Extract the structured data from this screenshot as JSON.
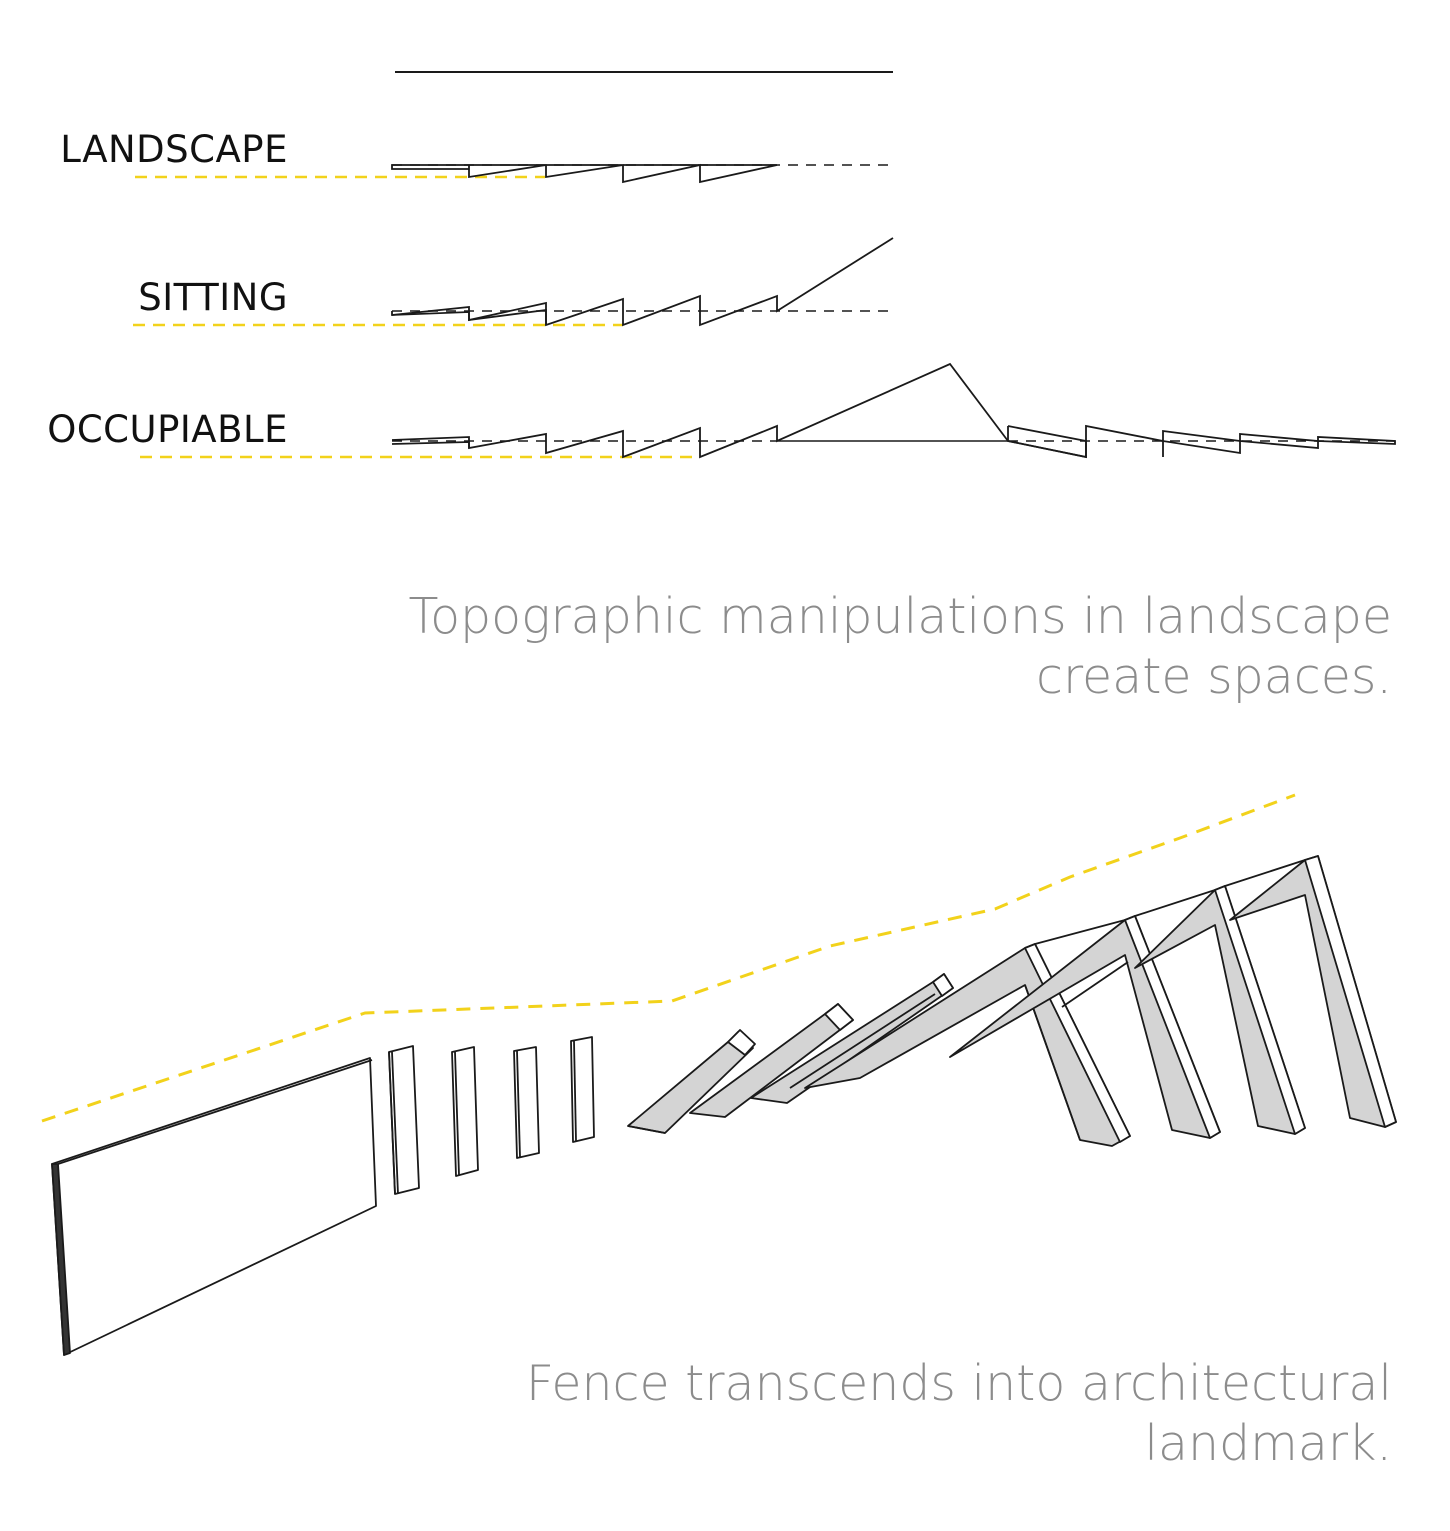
{
  "section_labels": {
    "landscape": "LANDSCAPE",
    "sitting": "SITTING",
    "occupiable": "OCCUPIABLE"
  },
  "captions": {
    "topography_line1": "Topographic manipulations in landscape",
    "topography_line2": "create spaces.",
    "fence_line1": "Fence transcends into architectural",
    "fence_line2": "landmark."
  },
  "colors": {
    "line": "#1a1a1a",
    "accent_dashed": "#f2d21b",
    "caption_text": "#8c8c8c",
    "solid_fill": "#d4d4d4"
  }
}
